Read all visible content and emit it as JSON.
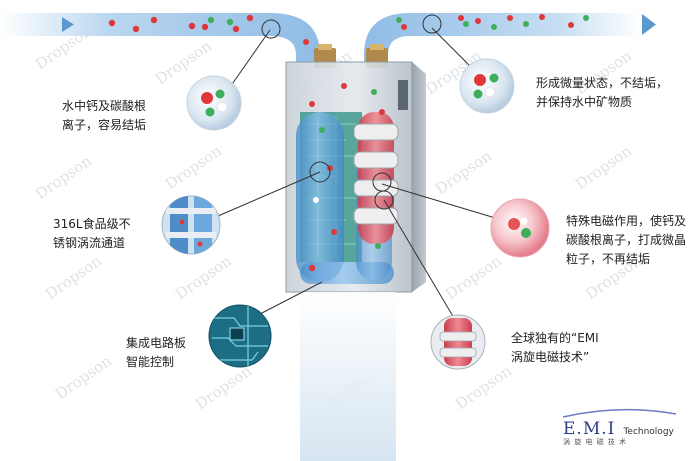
{
  "labels": {
    "hard_water": [
      "水中钙及碳酸根",
      "离子，容易结垢"
    ],
    "micro_state": [
      "形成微量状态，不结垢，",
      "并保持水中矿物质"
    ],
    "channel": [
      "316L食品级不",
      "锈钢涡流通道"
    ],
    "em_effect": [
      "特殊电磁作用，使钙及",
      "碳酸根离子，打成微晶",
      "粒子，不再结垢"
    ],
    "circuit": [
      "集成电路板",
      "智能控制"
    ],
    "emi_tech": [
      "全球独有的“EMI",
      "涡旋电磁技术”"
    ]
  },
  "brand": {
    "logo_text": "E.M.I",
    "technology": "Technology",
    "subtitle": "涡 旋 电 磁 技 术"
  },
  "watermark": "Dropson",
  "colors": {
    "flow_blue": "#7fb3e0",
    "pipe_blue": "#9cc7ea",
    "cylinder_blue": "#5fa2dc",
    "coil_red": "#e0606b",
    "board_green": "#3f9a8c",
    "particle_red": "#e0383a",
    "particle_green": "#3fae5c",
    "brand_blue": "#2a3f8f"
  }
}
